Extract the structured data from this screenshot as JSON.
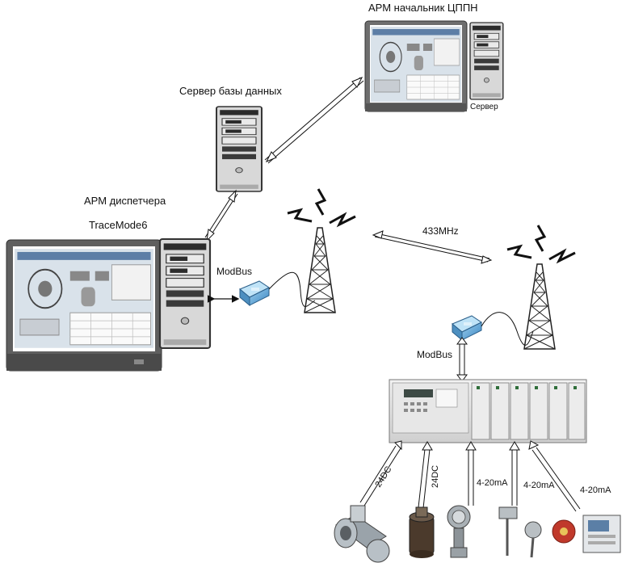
{
  "labels": {
    "arm_chief": "АРМ начальник ЦППН",
    "server_small": "Сервер",
    "db_server": "Сервер базы данных",
    "arm_dispatcher": "АРМ диспетчера",
    "tracemode": "TraceMode6",
    "modbus_left": "ModBus",
    "freq": "433MHz",
    "modbus_right": "ModBus",
    "sig_24dc_1": "24DC",
    "sig_24dc_2": "24DC",
    "sig_420_1": "4-20mA",
    "sig_420_2": "4-20mA",
    "sig_420_3": "4-20mA"
  },
  "icons": [
    "monitor-icon",
    "server-tower-icon",
    "radio-tower-icon",
    "modem-icon",
    "plc-rack-icon",
    "flowmeter-icon",
    "sensor-icon"
  ]
}
